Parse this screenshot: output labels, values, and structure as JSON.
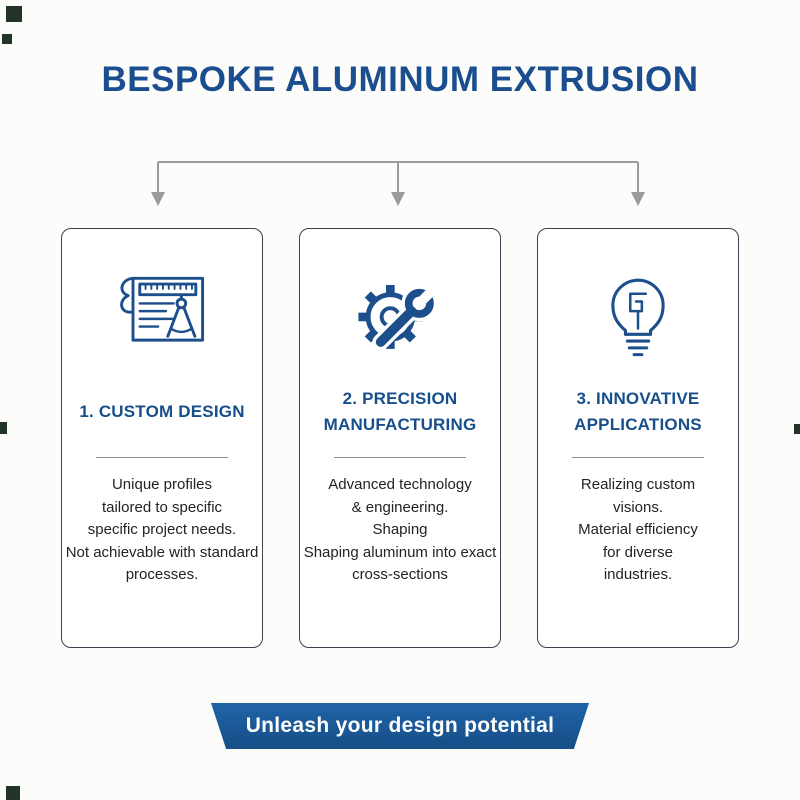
{
  "title": "BESPOKE ALUMINUM EXTRUSION",
  "cards": [
    {
      "icon": "blueprint-compass-icon",
      "heading": "1. CUSTOM DESIGN",
      "body": "Unique profiles\ntailored to specific\nspecific project needs.\nNot achievable with standard\nprocesses."
    },
    {
      "icon": "gear-wrench-icon",
      "heading": "2. PRECISION\nMANUFACTURING",
      "body": "Advanced technology\n& engineering.\nShaping\nShaping aluminum into exact\ncross-sections"
    },
    {
      "icon": "lightbulb-icon",
      "heading": "3. INNOVATIVE\nAPPLICATIONS",
      "body": "Realizing custom\nvisions.\nMaterial efficiency\nfor diverse\nindustries."
    }
  ],
  "banner": {
    "label": "Unleash your design potential"
  },
  "colors": {
    "title_blue": "#1b4e8f",
    "heading_blue": "#174f8c",
    "icon_blue": "#1d4f8c",
    "card_border": "#39424e",
    "connector_gray": "#9b9b9b",
    "banner_blue": "#1b5a9b",
    "body_text": "#232323"
  }
}
